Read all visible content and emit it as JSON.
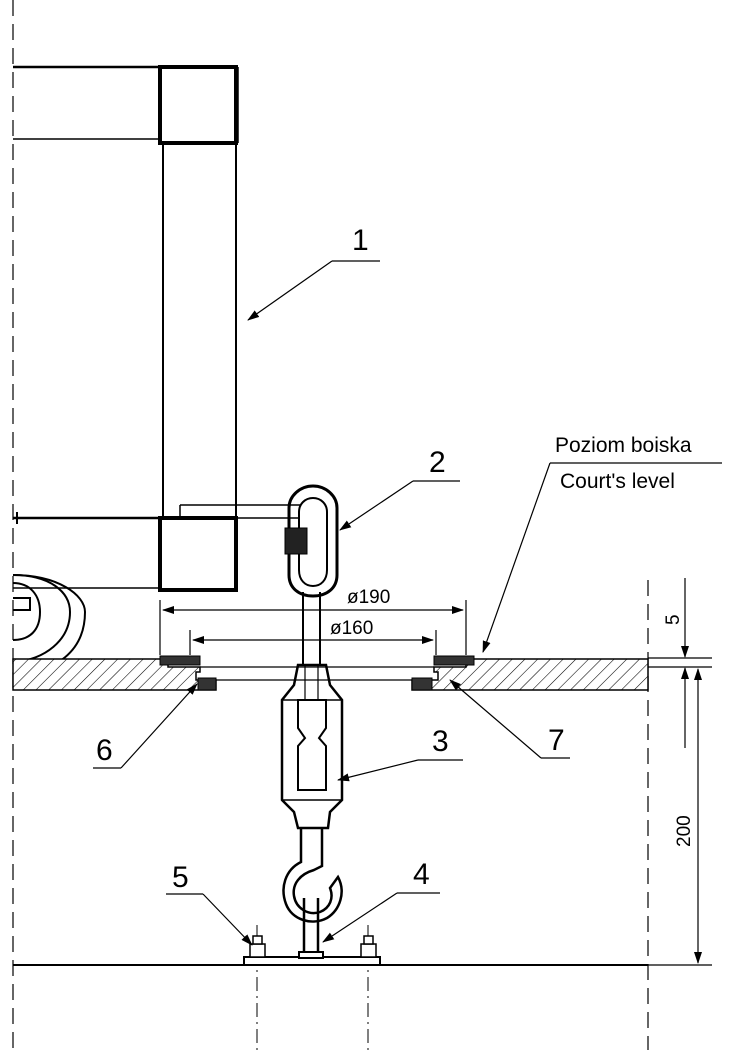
{
  "callouts": [
    "1",
    "2",
    "3",
    "4",
    "5",
    "6",
    "7"
  ],
  "level_labels": {
    "polish": "Poziom boiska",
    "english": "Court's level"
  },
  "dimensions": {
    "outer_diameter": "ø190",
    "inner_diameter": "ø160",
    "top_thickness": "5",
    "depth": "200"
  }
}
